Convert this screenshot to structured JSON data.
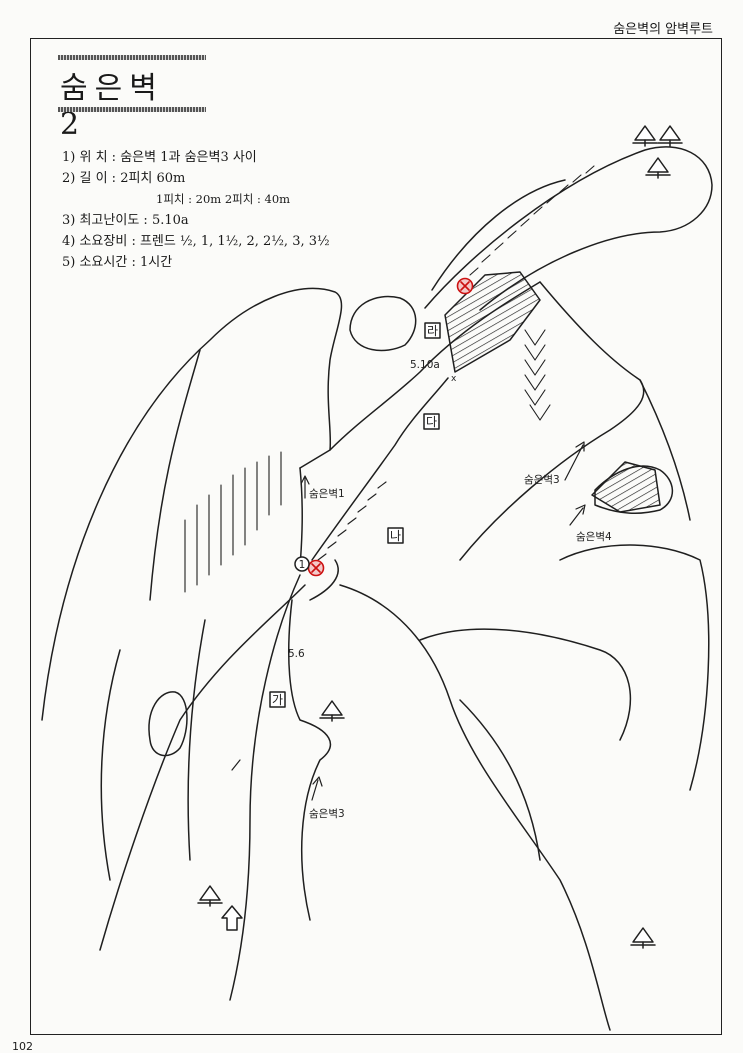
{
  "header": {
    "section": "숨은벽의 암벽루트"
  },
  "page_number": "102",
  "title": "숨은벽 2",
  "info": [
    {
      "label": "1) 위      치 :",
      "value": "숨은벽 1과 숨은벽3 사이"
    },
    {
      "label": "2) 길      이 :",
      "value": "2피치 60m"
    },
    {
      "sub": "1피치 : 20m   2피치 : 40m"
    },
    {
      "label": "3) 최고난이도 :",
      "value": "5.10a"
    },
    {
      "label": "4) 소요장비 :",
      "value": "프렌드 ½, 1, 1½, 2, 2½, 3, 3½"
    },
    {
      "label": "5) 소요시간 :",
      "value": "1시간"
    }
  ],
  "map": {
    "points": {
      "ga": "가",
      "na": "나",
      "da": "다",
      "ra": "라",
      "belay_1": "1"
    },
    "grades": {
      "lower": "5.6",
      "upper": "5.10a"
    },
    "route_labels": {
      "wall1": "숨은벽1",
      "wall3_upper": "숨은벽3",
      "wall4": "숨은벽4",
      "wall3_lower": "숨은벽3"
    },
    "symbols": [
      "tree-icon",
      "bolt-anchor-icon",
      "approach-arrow-icon"
    ]
  }
}
